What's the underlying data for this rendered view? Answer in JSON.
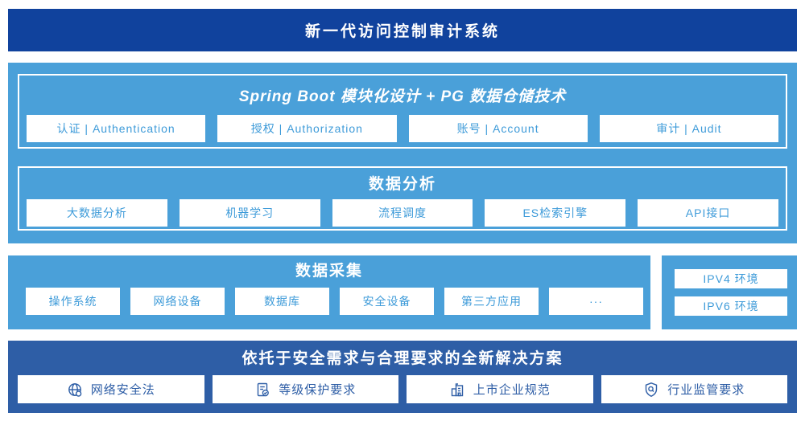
{
  "colors": {
    "banner_bg": "#10429d",
    "section_light_blue": "#4aa0d9",
    "solution_bg": "#2e5ea6",
    "light_button_text": "#3e9bd9",
    "solution_button_text": "#2e5ea6",
    "white": "#ffffff"
  },
  "banner": {
    "title": "新一代访问控制审计系统"
  },
  "platform": {
    "springboot": {
      "title": "Spring Boot 模块化设计 + PG 数据仓储技术",
      "items": [
        "认证 | Authentication",
        "授权 | Authorization",
        "账号 | Account",
        "审计 | Audit"
      ]
    },
    "analysis": {
      "title": "数据分析",
      "items": [
        "大数据分析",
        "机器学习",
        "流程调度",
        "ES检索引擎",
        "API接口"
      ]
    }
  },
  "collection": {
    "title": "数据采集",
    "items": [
      "操作系统",
      "网络设备",
      "数据库",
      "安全设备",
      "第三方应用",
      "···"
    ],
    "env_items": [
      "IPV4 环境",
      "IPV6 环境"
    ]
  },
  "solution": {
    "title": "依托于安全需求与合理要求的全新解决方案",
    "items": [
      {
        "icon": "globe-icon",
        "label": "网络安全法"
      },
      {
        "icon": "checklist-icon",
        "label": "等级保护要求"
      },
      {
        "icon": "building-icon",
        "label": "上市企业规范"
      },
      {
        "icon": "shield-search-icon",
        "label": "行业监管要求"
      }
    ]
  }
}
